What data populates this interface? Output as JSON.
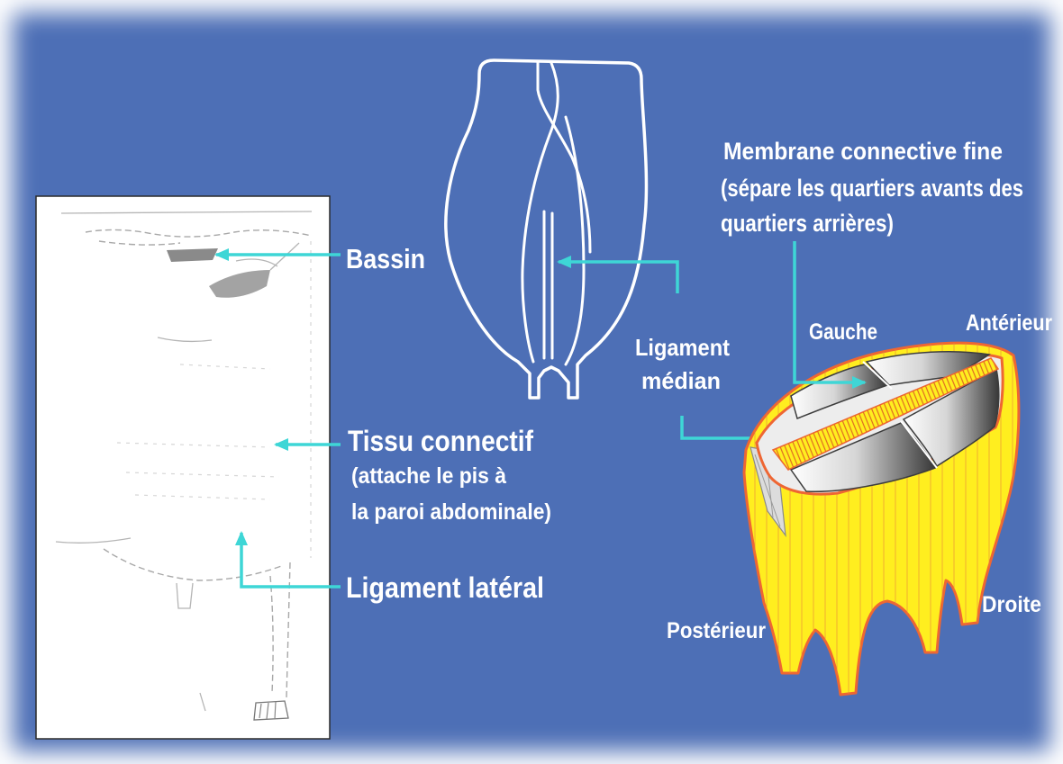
{
  "labels": {
    "bassin": "Bassin",
    "tissu_connectif": "Tissu connectif",
    "tissu_connectif_note_line1": "(attache le pis à",
    "tissu_connectif_note_line2": "la paroi abdominale)",
    "ligament_lateral": "Ligament latéral",
    "ligament_median_line1": "Ligament",
    "ligament_median_line2": "médian",
    "membrane_line1": "Membrane connective fine",
    "membrane_line2": "(sépare les quartiers avants des",
    "membrane_line3": "quartiers arrières)",
    "gauche": "Gauche",
    "anterieur": "Antérieur",
    "droite": "Droite",
    "posterieur": "Postérieur"
  },
  "colors": {
    "background": "#4d6fb6",
    "arrow": "#3ed6d6",
    "text": "#ffffff",
    "panel": "#ffffff",
    "udder_fill": "#ffee1f",
    "udder_outline": "#ee6633"
  }
}
